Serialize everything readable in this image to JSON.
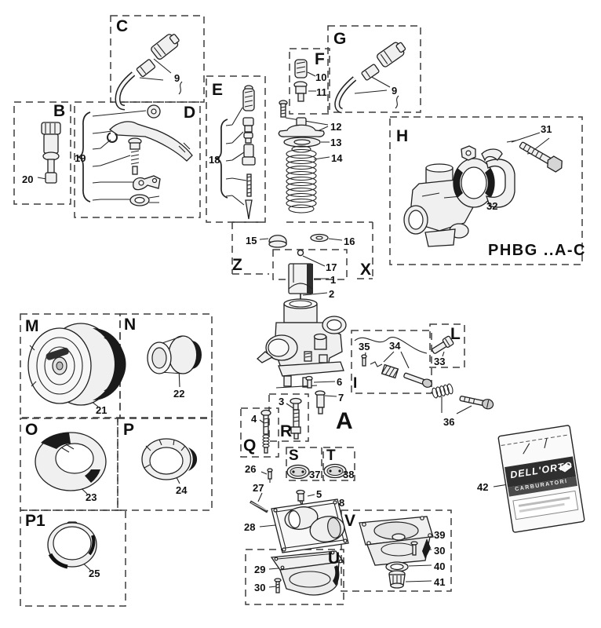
{
  "page": {
    "background": "#ffffff",
    "ink": "#1a1a1a"
  },
  "sections": {
    "A": "A",
    "B": "B",
    "C": "C",
    "D": "D",
    "E": "E",
    "F": "F",
    "G": "G",
    "H": "H",
    "I": "I",
    "L": "L",
    "M": "M",
    "N": "N",
    "O": "O",
    "P": "P",
    "P1": "P1",
    "Q": "Q",
    "R": "R",
    "S": "S",
    "T": "T",
    "U": "U",
    "V": "V",
    "X": "X",
    "Z": "Z"
  },
  "parts": {
    "1": "1",
    "2": "2",
    "3": "3",
    "4": "4",
    "5": "5",
    "6": "6",
    "7": "7",
    "8": "8",
    "9": "9",
    "10": "10",
    "11": "11",
    "12": "12",
    "13": "13",
    "14": "14",
    "15": "15",
    "16": "16",
    "17": "17",
    "18": "18",
    "19": "19",
    "20": "20",
    "21": "21",
    "22": "22",
    "23": "23",
    "24": "24",
    "25": "25",
    "26": "26",
    "27": "27",
    "28": "28",
    "29": "29",
    "30": "30",
    "31": "31",
    "32": "32",
    "33": "33",
    "34": "34",
    "35": "35",
    "36": "36",
    "37": "37",
    "38": "38",
    "39": "39",
    "40": "40",
    "41": "41",
    "42": "42"
  },
  "captions": {
    "model": "PHBG ..A-C"
  },
  "package": {
    "brand": "DELL'ORTO",
    "subbrand": "CARBURATORI"
  }
}
